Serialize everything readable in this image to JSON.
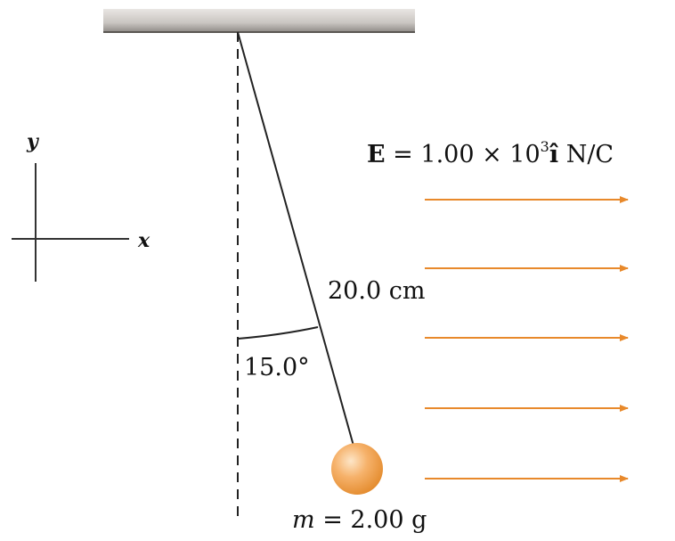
{
  "axes": {
    "x_label": "x",
    "y_label": "y"
  },
  "field": {
    "symbol": "E",
    "equals": " = ",
    "magnitude": "1.00 × 10",
    "exponent": "3",
    "unit_vector": "î",
    "units": " N/C",
    "arrow_color": "#E8892B",
    "arrow_count": 5
  },
  "string": {
    "length_label": "20.0 cm"
  },
  "angle": {
    "label": "15.0°"
  },
  "bob": {
    "symbol": "m",
    "equals": " = ",
    "value": "2.00 g",
    "color": "#F2A65A"
  },
  "ceiling": {
    "color": "#8C8C8C"
  }
}
